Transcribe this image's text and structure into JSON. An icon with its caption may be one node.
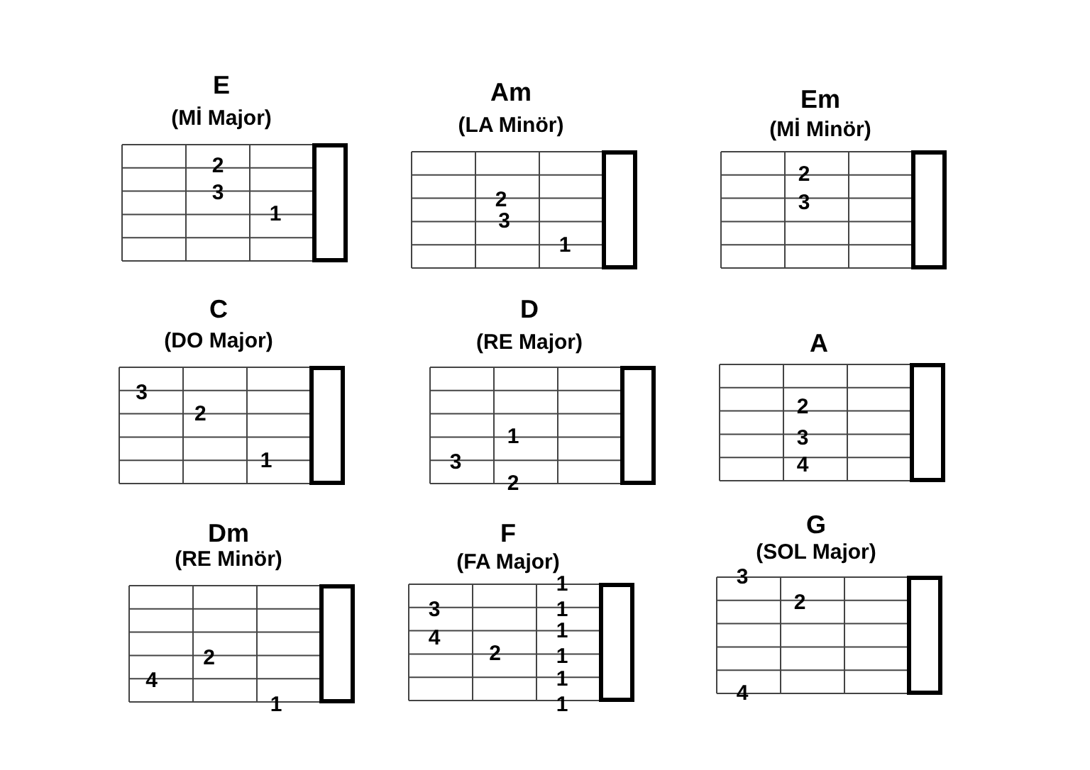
{
  "diagram": {
    "nodes": [
      {
        "text": [
          "E",
          "(Mİ Major)",
          "2",
          "3",
          "1"
        ]
      },
      {
        "text": [
          "Am",
          "(LA Minör)",
          "2",
          "3",
          "1"
        ]
      },
      {
        "text": [
          "Em",
          "(Mİ Minör)",
          "2",
          "3"
        ]
      },
      {
        "text": [
          "C",
          "(DO Major)",
          "3",
          "2",
          "1"
        ]
      },
      {
        "text": [
          "D",
          "(RE Major)",
          "1",
          "3",
          "2"
        ]
      },
      {
        "text": [
          "A",
          "2",
          "3",
          "4"
        ]
      },
      {
        "text": [
          "Dm",
          "(RE Minör)",
          "2",
          "4",
          "1"
        ]
      },
      {
        "text": [
          "F",
          "(FA Major)",
          "1",
          "3",
          "1",
          "1",
          "4",
          "2",
          "1",
          "1",
          "1"
        ]
      },
      {
        "text": [
          "G",
          "(SOL Major)",
          "3",
          "2",
          "4"
        ]
      }
    ]
  }
}
